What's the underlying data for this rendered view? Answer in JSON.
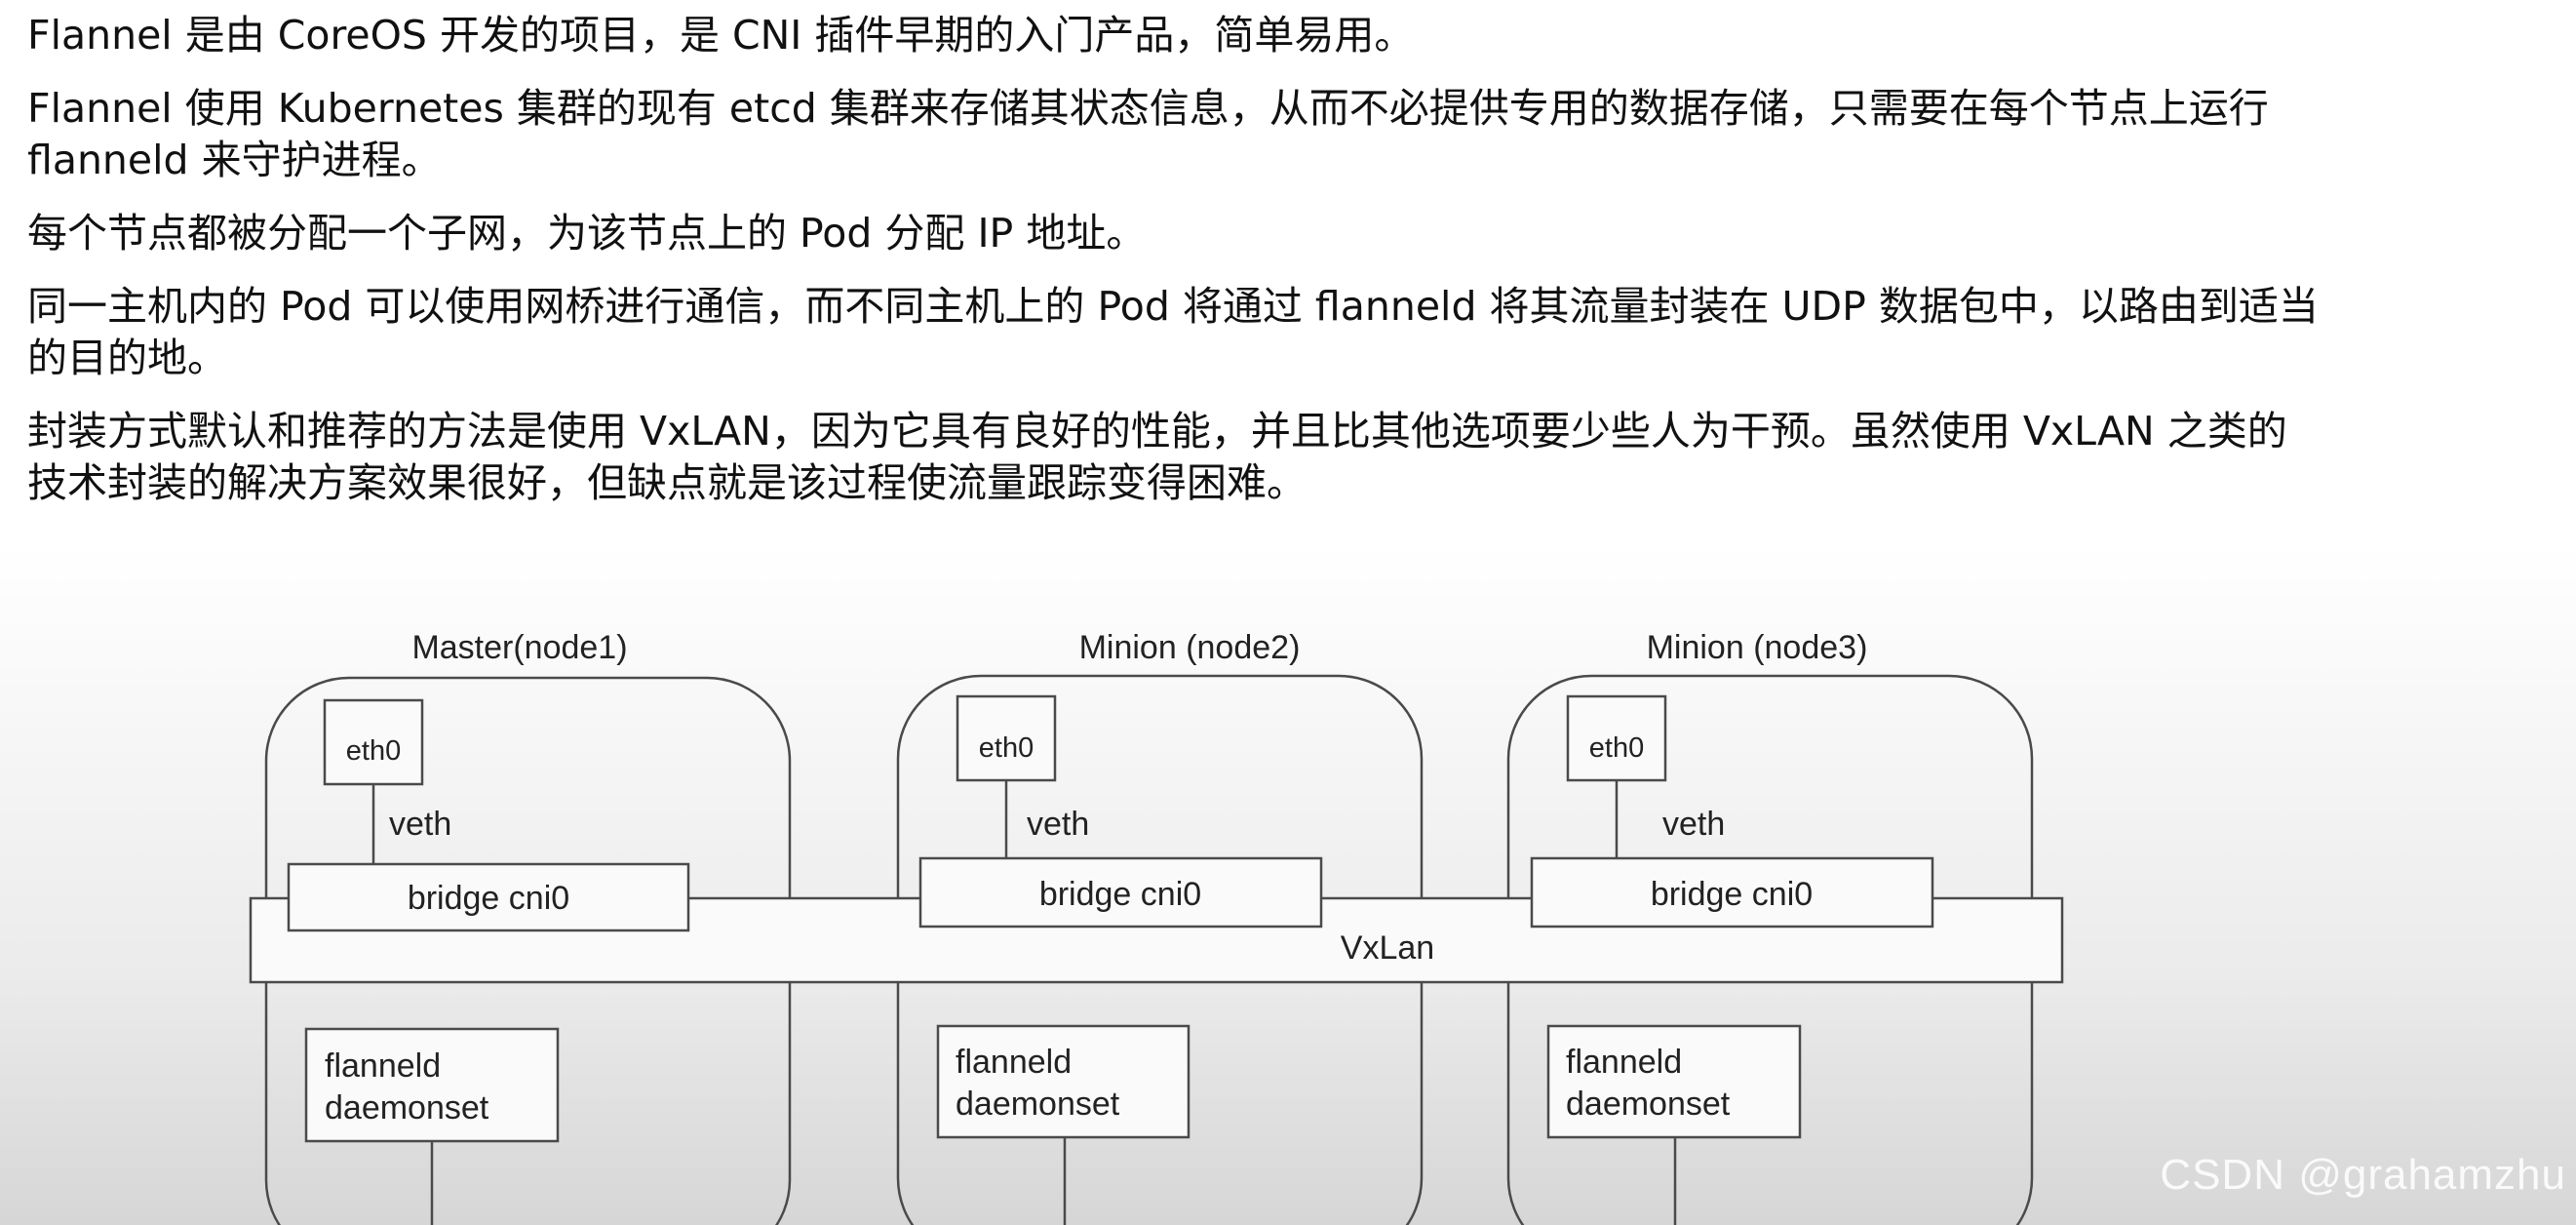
{
  "paragraphs": [
    "Flannel 是由 CoreOS 开发的项目，是 CNI 插件早期的入门产品，简单易用。",
    "Flannel 使用 Kubernetes 集群的现有 etcd 集群来存储其状态信息，从而不必提供专用的数据存储，只需要在每个节点上运行",
    "flanneld 来守护进程。",
    "每个节点都被分配一个子网，为该节点上的 Pod 分配 IP 地址。",
    "同一主机内的 Pod 可以使用网桥进行通信，而不同主机上的 Pod 将通过 flanneld 将其流量封装在 UDP 数据包中，以路由到适当",
    "的目的地。",
    "封装方式默认和推荐的方法是使用 VxLAN，因为它具有良好的性能，并且比其他选项要少些人为干预。虽然使用 VxLAN 之类的",
    "技术封装的解决方案效果很好，但缺点就是该过程使流量跟踪变得困难。"
  ],
  "diagram": {
    "network_label": "VxLan",
    "nodes": [
      {
        "title": "Master(node1)",
        "eth": "eth0",
        "veth": "veth",
        "bridge": "bridge cni0",
        "daemon_line1": "flanneld",
        "daemon_line2": "daemonset"
      },
      {
        "title": "Minion (node2)",
        "eth": "eth0",
        "veth": "veth",
        "bridge": "bridge cni0",
        "daemon_line1": "flanneld",
        "daemon_line2": "daemonset"
      },
      {
        "title": "Minion (node3)",
        "eth": "eth0",
        "veth": "veth",
        "bridge": "bridge cni0",
        "daemon_line1": "flanneld",
        "daemon_line2": "daemonset"
      }
    ]
  },
  "watermark": "CSDN @grahamzhu"
}
